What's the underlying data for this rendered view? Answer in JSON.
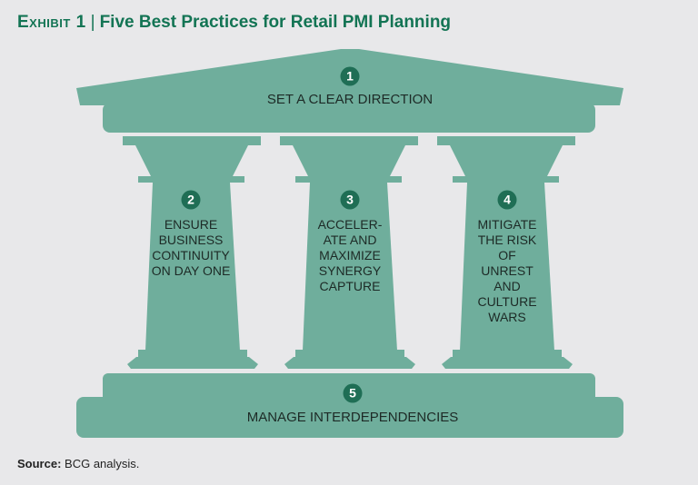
{
  "header": {
    "exhibit": "Exhibit 1",
    "separator": "|",
    "title": "Five Best Practices for Retail PMI Planning"
  },
  "practices": [
    {
      "number": "1",
      "label": "SET A CLEAR DIRECTION"
    },
    {
      "number": "2",
      "label": "ENSURE BUSINESS CONTINUITY ON DAY ONE"
    },
    {
      "number": "3",
      "label": "ACCELER- ATE AND MAXIMIZE SYNERGY CAPTURE"
    },
    {
      "number": "4",
      "label": "MITIGATE THE RISK OF UNREST AND CULTURE WARS"
    },
    {
      "number": "5",
      "label": "MANAGE INTERDEPENDENCIES"
    }
  ],
  "source": {
    "label": "Source:",
    "text": "BCG analysis."
  },
  "colors": {
    "background": "#e8e8ea",
    "shape": "#6fae9c",
    "badge": "#1f6e55",
    "title": "#137454"
  }
}
